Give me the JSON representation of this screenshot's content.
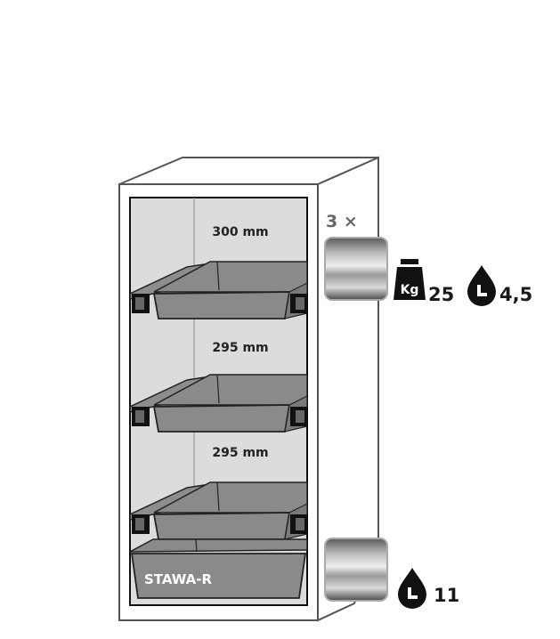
{
  "cabinet": {
    "shelf_heights": [
      "300 mm",
      "295 mm",
      "295 mm"
    ],
    "sump_label": "STAWA-R"
  },
  "shelf_load": {
    "quantity": "3 ×",
    "weight_icon_text": "Kg",
    "weight": "25",
    "volume_icon_text": "L",
    "volume": "4,5"
  },
  "sump_load": {
    "volume_icon_text": "L",
    "volume": "11"
  },
  "colors": {
    "outline": "#555555",
    "interior": "#dcdcdc",
    "tray": "#8a8a8a",
    "icon": "#111111"
  }
}
